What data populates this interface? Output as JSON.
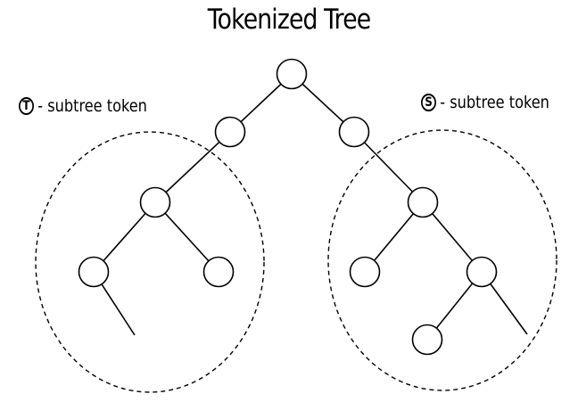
{
  "title": "Tokenized Tree",
  "legend": {
    "t_token": {
      "symbol": "T",
      "label": "- subtree token"
    },
    "s_token": {
      "symbol": "S",
      "label": "- subtree token"
    }
  },
  "colors": {
    "line": "#000000",
    "node_fill": "#ffffff",
    "background": "#ffffff"
  }
}
